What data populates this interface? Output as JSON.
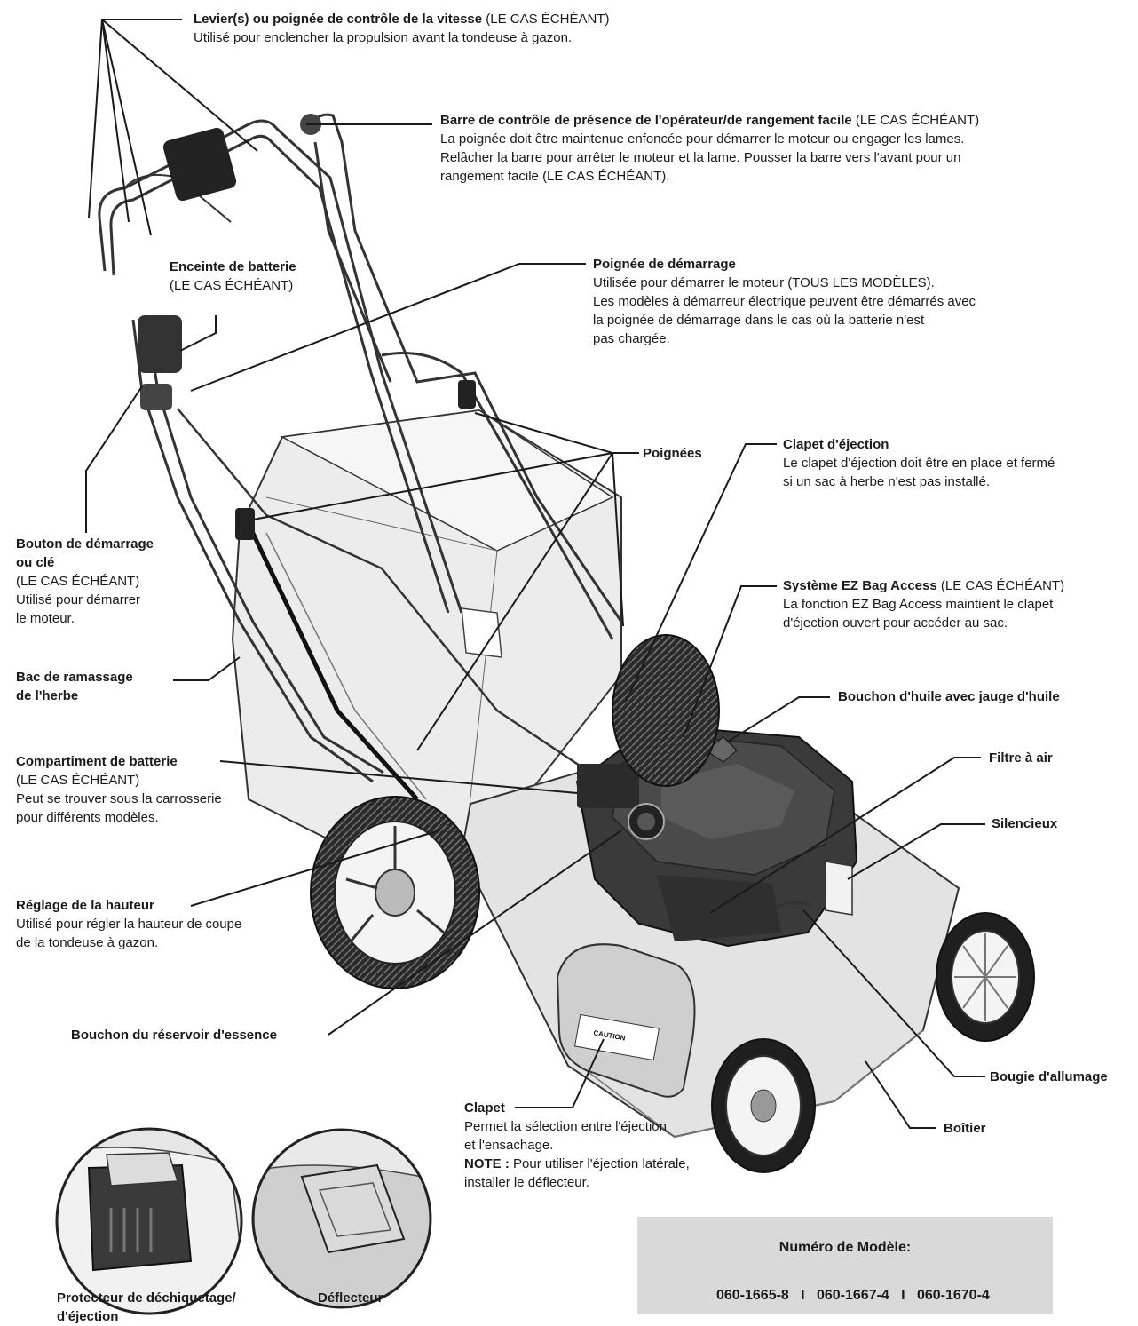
{
  "labels": {
    "speed_control": {
      "title": "Levier(s) ou poignée de contrôle de la vitesse",
      "suffix": "(LE CAS ÉCHÉANT)",
      "desc": "Utilisé pour enclencher la propulsion avant la tondeuse à gazon."
    },
    "operator_bar": {
      "title": "Barre de contrôle de présence de l'opérateur/de rangement facile",
      "suffix": "(LE CAS ÉCHÉANT)",
      "desc1": "La poignée doit être maintenue enfoncée pour démarrer le moteur ou engager les lames.",
      "desc2": "Relâcher la barre pour arrêter le moteur et la lame. Pousser la barre vers l'avant pour un",
      "desc3": "rangement facile (LE CAS ÉCHÉANT)."
    },
    "battery_enclosure": {
      "title": "Enceinte de batterie",
      "suffix": "(LE CAS ÉCHÉANT)"
    },
    "starter_handle": {
      "title": "Poignée de démarrage",
      "desc1": "Utilisée pour démarrer le moteur (TOUS LES MODÈLES).",
      "desc2": "Les modèles à démarreur électrique peuvent être démarrés avec",
      "desc3": "la poignée de démarrage dans le cas où la batterie n'est",
      "desc4": "pas chargée."
    },
    "handles": {
      "title": "Poignées"
    },
    "discharge_flap": {
      "title": "Clapet d'éjection",
      "desc1": "Le clapet d'éjection doit être en place et fermé",
      "desc2": "si un sac à herbe n'est pas installé."
    },
    "start_button": {
      "title1": "Bouton de démarrage",
      "title2": "ou clé",
      "suffix": "(LE CAS ÉCHÉANT)",
      "desc1": "Utilisé pour démarrer",
      "desc2": "le moteur."
    },
    "ez_bag": {
      "title": "Système EZ Bag Access",
      "suffix": "(LE CAS ÉCHÉANT)",
      "desc1": "La fonction EZ Bag Access maintient le clapet",
      "desc2": "d'éjection ouvert pour accéder au sac."
    },
    "grass_bag": {
      "title1": "Bac de ramassage",
      "title2": "de l'herbe"
    },
    "oil_cap": {
      "title": "Bouchon d'huile avec jauge d'huile"
    },
    "battery_compartment": {
      "title": "Compartiment de batterie",
      "suffix": "(LE CAS ÉCHÉANT)",
      "desc1": "Peut se trouver sous la carrosserie",
      "desc2": "pour différents modèles."
    },
    "air_filter": {
      "title": "Filtre à air"
    },
    "muffler": {
      "title": "Silencieux"
    },
    "height_adjust": {
      "title": "Réglage de la hauteur",
      "desc1": "Utilisé pour régler la hauteur de coupe",
      "desc2": "de la tondeuse à gazon."
    },
    "fuel_cap": {
      "title": "Bouchon du réservoir d'essence"
    },
    "spark_plug": {
      "title": "Bougie d'allumage"
    },
    "flap": {
      "title": "Clapet",
      "desc1": "Permet la sélection entre l'éjection",
      "desc2": "et l'ensachage.",
      "note_label": "NOTE :",
      "note_text": "Pour utiliser l'éjection latérale,",
      "note_text2": "installer le déflecteur."
    },
    "housing": {
      "title": "Boîtier"
    },
    "mulch_guard": {
      "title1": "Protecteur de déchiquetage/",
      "title2": "d'éjection"
    },
    "deflector": {
      "title": "Déflecteur"
    }
  },
  "model_box": {
    "title": "Numéro de Modèle:",
    "numbers": [
      "060-1665-8",
      "060-1667-4",
      "060-1670-4"
    ],
    "separator": "I"
  },
  "decal_text": {
    "caution": "CAUTION"
  }
}
